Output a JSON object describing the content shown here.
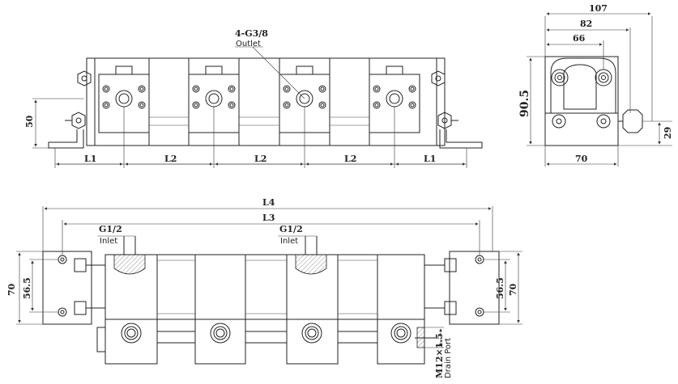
{
  "top_view": {
    "outlet_spec": "4-G3/8",
    "outlet_label": "Outlet",
    "dim_L1_left": "L1",
    "dim_L2_a": "L2",
    "dim_L2_b": "L2",
    "dim_L2_c": "L2",
    "dim_L1_right": "L1",
    "dim_height": "50"
  },
  "side_view": {
    "dim_107": "107",
    "dim_82": "82",
    "dim_66": "66",
    "dim_905": "90.5",
    "dim_29": "29",
    "dim_70": "70"
  },
  "bottom_view": {
    "dim_L4": "L4",
    "dim_L3": "L3",
    "inlet_spec_left": "G1/2",
    "inlet_label_left": "Inlet",
    "inlet_spec_right": "G1/2",
    "inlet_label_right": "Inlet",
    "dim_70_left": "70",
    "dim_565_left": "56.5",
    "dim_565_right": "56.5",
    "dim_70_right": "70",
    "drain_spec": "M12×1.5",
    "drain_label": "Drain Port"
  }
}
